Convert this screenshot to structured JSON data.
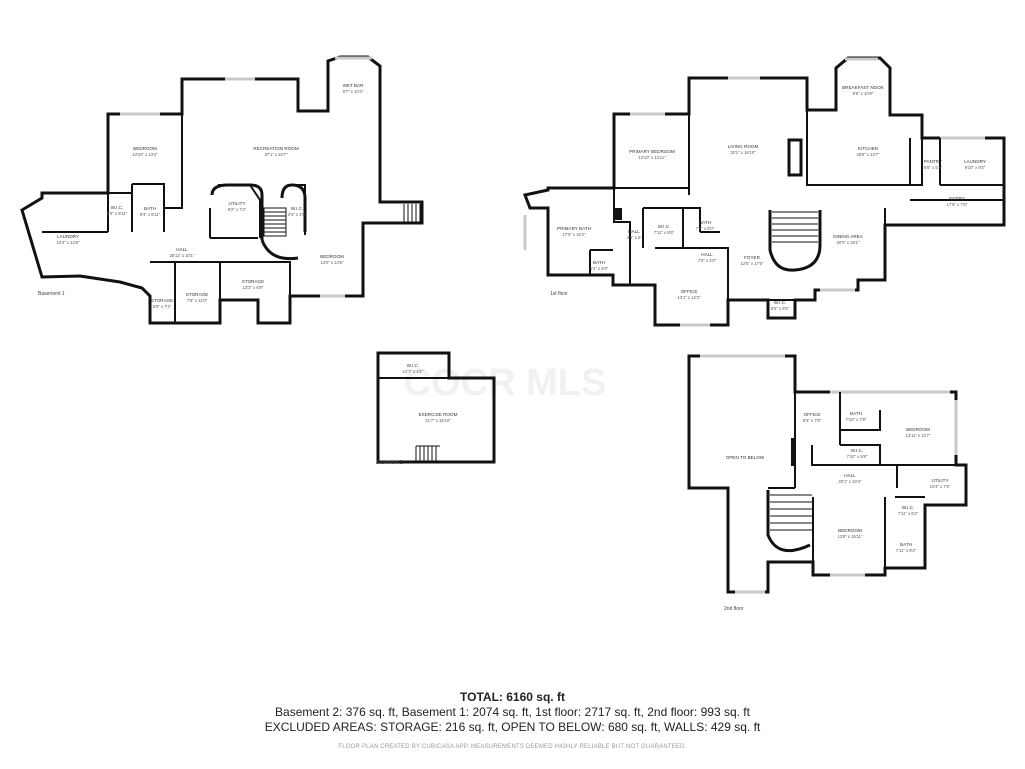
{
  "watermark": "COCR MLS",
  "floors": {
    "basement1": {
      "label": "Basement 1",
      "rooms": [
        {
          "name": "BEDROOM",
          "dims": "13'10\" x 13'4\""
        },
        {
          "name": "RECREATION ROOM",
          "dims": "37'1\" x 24'7\""
        },
        {
          "name": "WET BAR",
          "dims": "9'7\" x 10'4\""
        },
        {
          "name": "LAUNDRY",
          "dims": "10'3\" x 14'8\""
        },
        {
          "name": "W.I.C.",
          "dims": "5'9\" x 8'11\""
        },
        {
          "name": "BATH",
          "dims": "9'3\" x 8'11\""
        },
        {
          "name": "UTILITY",
          "dims": "9'2\" x 7'2\""
        },
        {
          "name": "W.I.C.",
          "dims": "4'3\" x 4'5\""
        },
        {
          "name": "HALL",
          "dims": "28'11\" x 10'1\""
        },
        {
          "name": "BEDROOM",
          "dims": "13'0\" x 14'5\""
        },
        {
          "name": "STORAGE",
          "dims": "13'3\" x 6'8\""
        },
        {
          "name": "STORAGE",
          "dims": "5'9\" x 7'4\""
        },
        {
          "name": "STORAGE",
          "dims": "7'6\" x 11'0\""
        }
      ]
    },
    "basement2": {
      "label": "Basement 2",
      "rooms": [
        {
          "name": "W.I.C.",
          "dims": "12'7\" x 4'1\""
        },
        {
          "name": "EXERCISE ROOM",
          "dims": "21'7\" x 15'10\""
        }
      ]
    },
    "first": {
      "label": "1st floor",
      "rooms": [
        {
          "name": "BREAKFAST NOOK",
          "dims": "9'6\" x 10'5\""
        },
        {
          "name": "PRIMARY BEDROOM",
          "dims": "13'10\" x 13'11\""
        },
        {
          "name": "LIVING ROOM",
          "dims": "20'1\" x 16'10\""
        },
        {
          "name": "KITCHEN",
          "dims": "28'6\" x 13'7\""
        },
        {
          "name": "PANTRY",
          "dims": "6'5\" x 5'2\""
        },
        {
          "name": "LAUNDRY",
          "dims": "9'10\" x 9'2\""
        },
        {
          "name": "PRIMARY BATH",
          "dims": "17'0\" x 16'2\""
        },
        {
          "name": "HALL",
          "dims": "4'5\" x 5'"
        },
        {
          "name": "W.I.C.",
          "dims": "7'11\" x 8'6\""
        },
        {
          "name": "BATH",
          "dims": "7'6\" x 6'0\""
        },
        {
          "name": "ENTRY",
          "dims": "17'8\" x 7'0\""
        },
        {
          "name": "DINING AREA",
          "dims": "20'0\" x 19'1\""
        },
        {
          "name": "HALL",
          "dims": "7'0\" x 4'0\""
        },
        {
          "name": "FOYER",
          "dims": "12'5\" x 17'6\""
        },
        {
          "name": "BATH",
          "dims": "5'4\" x 6'6\""
        },
        {
          "name": "OFFICE",
          "dims": "13'1\" x 12'3\""
        },
        {
          "name": "W.I.C.",
          "dims": "5'5\" x 6'5\""
        }
      ]
    },
    "second": {
      "label": "2nd floor",
      "rooms": [
        {
          "name": "OPEN TO BELOW",
          "dims": ""
        },
        {
          "name": "OFFICE",
          "dims": "6'3\" x 7'6\""
        },
        {
          "name": "BATH",
          "dims": "7'10\" x 7'8\""
        },
        {
          "name": "BEDROOM",
          "dims": "13'11\" x 13'7\""
        },
        {
          "name": "W.I.C.",
          "dims": "7'10\" x 5'8\""
        },
        {
          "name": "HALL",
          "dims": "20'1\" x 10'4\""
        },
        {
          "name": "UTILITY",
          "dims": "10'4\" x 7'5\""
        },
        {
          "name": "W.I.C.",
          "dims": "7'11\" x 6'2\""
        },
        {
          "name": "BEDROOM",
          "dims": "13'8\" x 15'11\""
        },
        {
          "name": "BATH",
          "dims": "7'11\" x 8'2\""
        }
      ]
    }
  },
  "summary": {
    "total": "TOTAL: 6160 sq. ft",
    "line1": "Basement 2: 376 sq. ft, Basement 1: 2074 sq. ft, 1st floor: 2717 sq. ft, 2nd floor: 993 sq. ft",
    "line2": "EXCLUDED AREAS: STORAGE: 216 sq. ft, OPEN TO BELOW: 680 sq. ft, WALLS: 429 sq. ft",
    "disclaimer": "FLOOR PLAN CREATED BY CUBICASA APP. MEASUREMENTS DEEMED HIGHLY RELIABLE BUT NOT GUARANTEED."
  }
}
